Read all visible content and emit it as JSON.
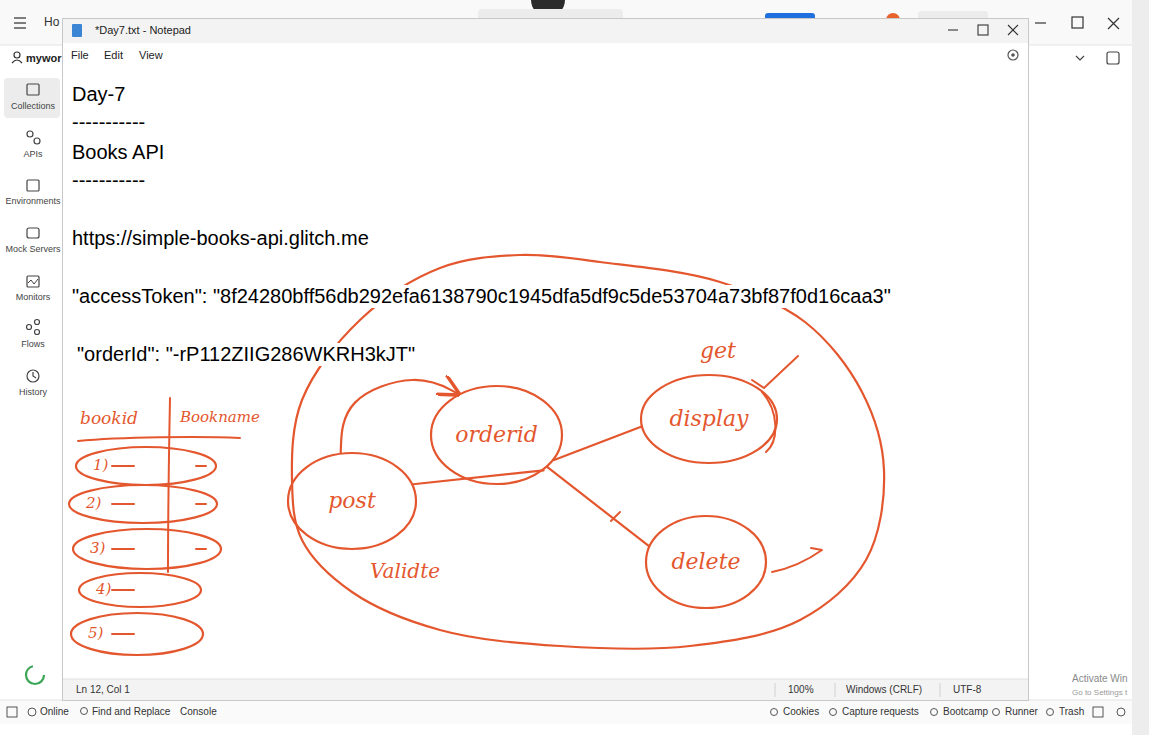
{
  "diagram": {
    "nodes": [
      {
        "text": [
          "Validte"
        ]
      },
      {
        "text": [
          "post"
        ],
        "in": 0
      },
      {
        "text": [
          "orderid"
        ],
        "in": 0
      },
      {
        "text": [
          "get",
          "display"
        ],
        "in": 0
      },
      {
        "text": [
          "delete"
        ],
        "in": 0
      },
      {
        "text": [
          "1)"
        ]
      },
      {
        "text": [
          "2)"
        ]
      },
      {
        "text": [
          "3)"
        ]
      },
      {
        "text": [
          "4)"
        ]
      },
      {
        "text": [
          "5)"
        ]
      }
    ],
    "edges": [
      {
        "from": 1,
        "to": 2,
        "arrow": "to"
      },
      {
        "from": 1,
        "to": 2,
        "arrow": "none"
      },
      {
        "from": 2,
        "to": 3,
        "arrow": "none"
      },
      {
        "from": 2,
        "to": 4,
        "arrow": "none"
      }
    ],
    "labels": [
      "Ho",
      "mywor",
      "Collections",
      "APIs",
      "Environments",
      "Mock Servers",
      "Monitors",
      "Flows",
      "History",
      "*Day7.txt - Notepad",
      "File",
      "Edit",
      "View",
      "Day-7",
      "-----------",
      "Books API",
      "-----------",
      "https://simple-books-api.glitch.me",
      "\"accessToken\": \"8f24280bff56db292efa6138790c1945dfa5df9c5de53704a73bf87f0d16caa3\"",
      "\"orderId\": \"-rP112ZIIG286WKRH3kJT\"",
      "bookid",
      "Bookname",
      "Ln 12, Col 1",
      "100%",
      "Windows (CRLF)",
      "UTF-8",
      "Online",
      "Find and Replace",
      "Console",
      "Cookies",
      "Capture requests",
      "Bootcamp",
      "Runner",
      "Trash",
      "Activate Win",
      "Go to Settings t"
    ]
  }
}
